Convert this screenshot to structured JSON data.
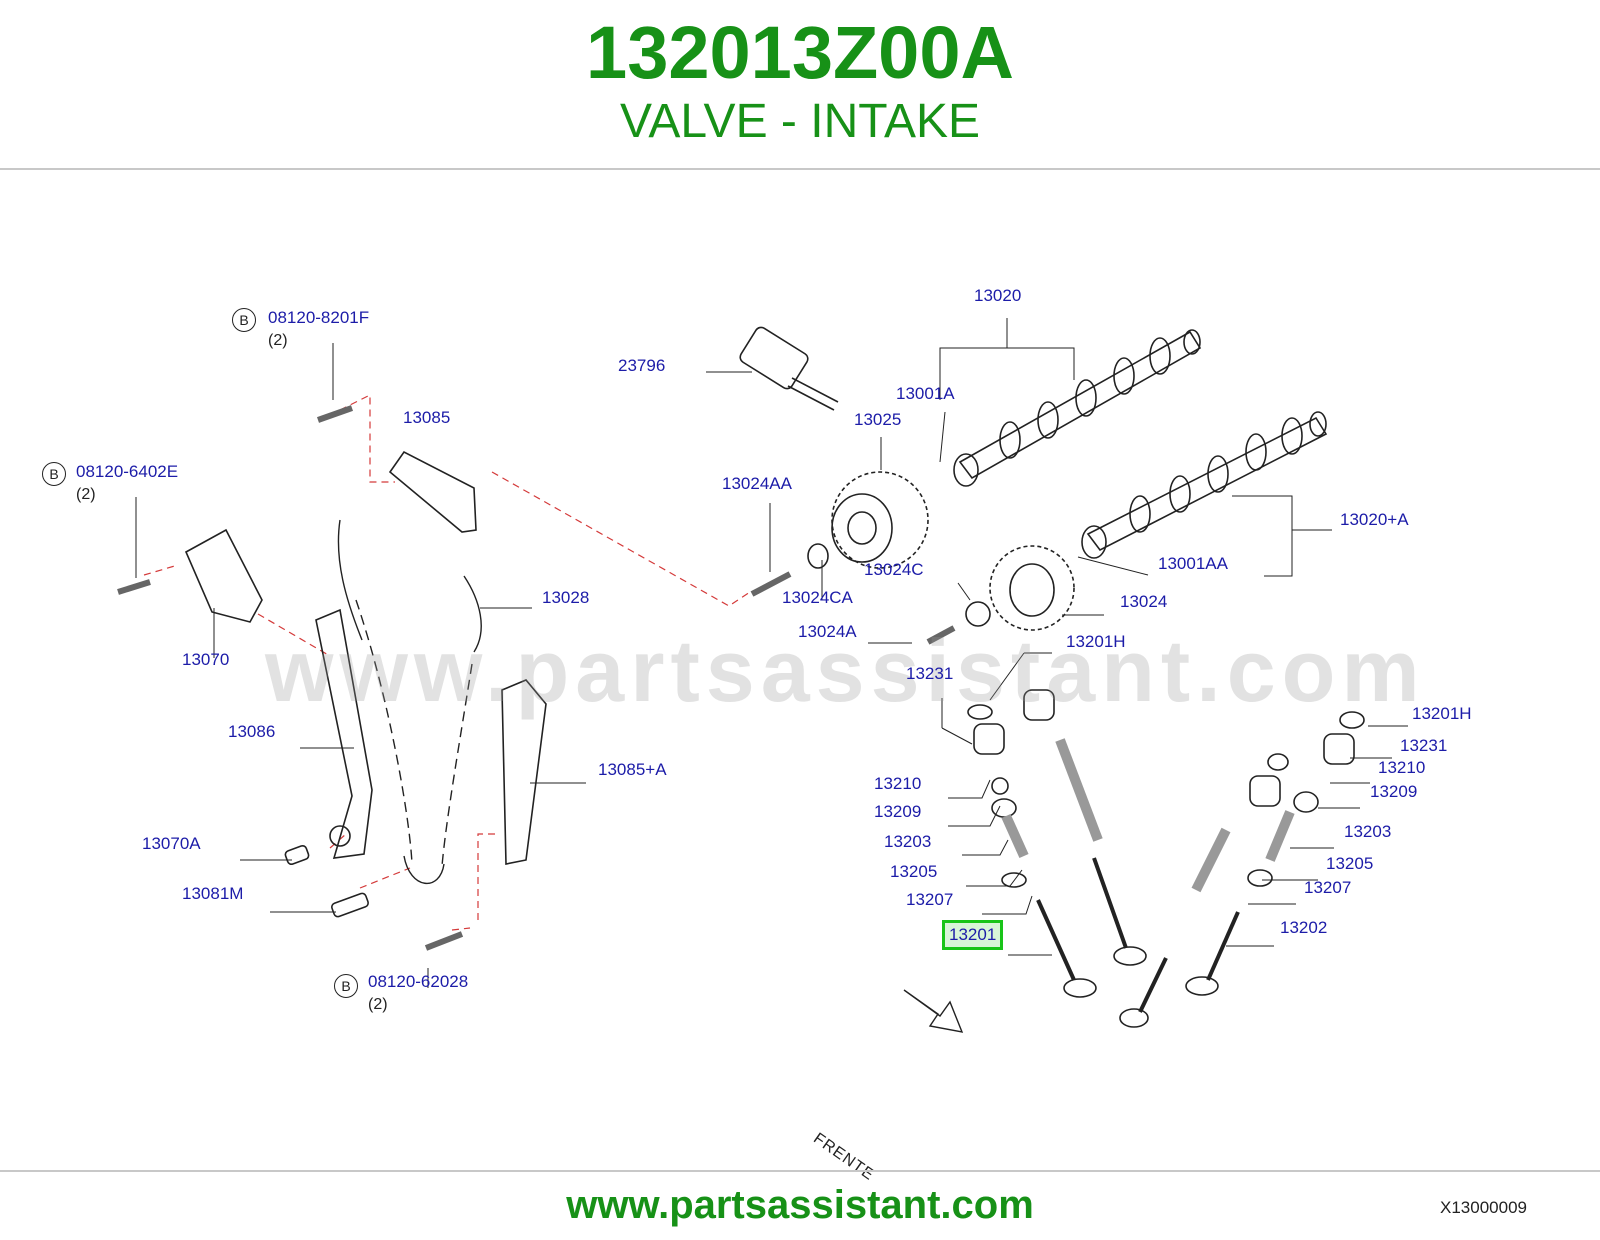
{
  "header": {
    "part_number": "132013Z00A",
    "part_name": "VALVE - INTAKE"
  },
  "diagram": {
    "watermark": "www.partsassistant.com",
    "direction_label": "FRENTE",
    "diagram_code": "X13000009",
    "badge_letter": "B",
    "bolts": [
      {
        "part": "08120-8201F",
        "qty": "(2)"
      },
      {
        "part": "08120-6402E",
        "qty": "(2)"
      },
      {
        "part": "08120-62028",
        "qty": "(2)"
      }
    ],
    "callouts": {
      "c23796": "23796",
      "c13020": "13020",
      "c13001A": "13001A",
      "c13025": "13025",
      "c13085": "13085",
      "c13024AA": "13024AA",
      "c13020A": "13020+A",
      "c13001AA": "13001AA",
      "c13024C": "13024C",
      "c13024CA": "13024CA",
      "c13024": "13024",
      "c13028": "13028",
      "c13070": "13070",
      "c13024A": "13024A",
      "c13201H_a": "13201H",
      "c13231_a": "13231",
      "c13086": "13086",
      "c13085A": "13085+A",
      "c13201H_b": "13201H",
      "c13231_b": "13231",
      "c13210_a": "13210",
      "c13210_b": "13210",
      "c13209_a": "13209",
      "c13209_b": "13209",
      "c13203_a": "13203",
      "c13203_b": "13203",
      "c13070A": "13070A",
      "c13205_a": "13205",
      "c13205_b": "13205",
      "c13207_a": "13207",
      "c13207_b": "13207",
      "c13081M": "13081M",
      "c13202": "13202",
      "c13201": "13201"
    }
  },
  "footer": {
    "url": "www.partsassistant.com"
  },
  "colors": {
    "brand_green": "#179117",
    "callout_blue": "#1c1ca8",
    "highlight_border": "#18c418",
    "guide_red": "#d43a3a"
  }
}
